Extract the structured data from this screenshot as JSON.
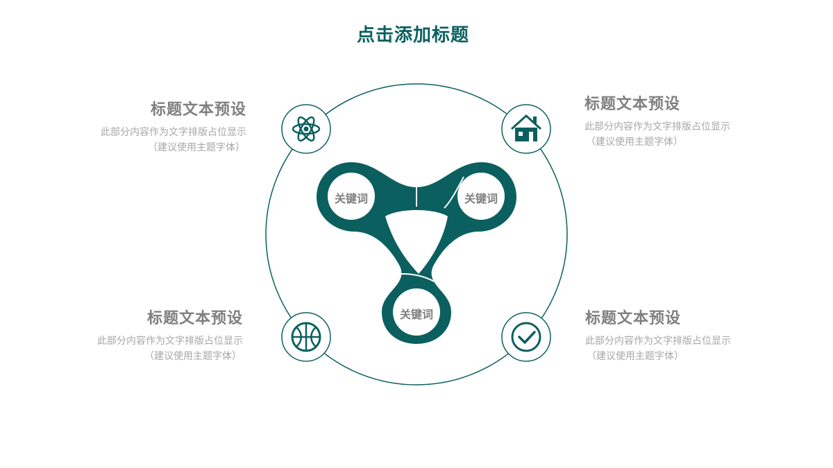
{
  "title": "点击添加标题",
  "blocks": [
    {
      "heading": "标题文本预设",
      "line1": "此部分内容作为文字排版占位显示",
      "line2": "（建议使用主题字体）"
    },
    {
      "heading": "标题文本预设",
      "line1": "此部分内容作为文字排版占位显示",
      "line2": "（建议使用主题字体）"
    },
    {
      "heading": "标题文本预设",
      "line1": "此部分内容作为文字排版占位显示",
      "line2": "（建议使用主题字体）"
    },
    {
      "heading": "标题文本预设",
      "line1": "此部分内容作为文字排版占位显示",
      "line2": "（建议使用主题字体）"
    }
  ],
  "keywords": [
    "关键词",
    "关键词",
    "关键词"
  ],
  "icons": [
    "atom-icon",
    "house-icon",
    "basketball-icon",
    "check-icon"
  ],
  "colors": {
    "accent": "#0b5f5f",
    "heading": "#7f7f7f",
    "body": "#a6a6a6"
  }
}
